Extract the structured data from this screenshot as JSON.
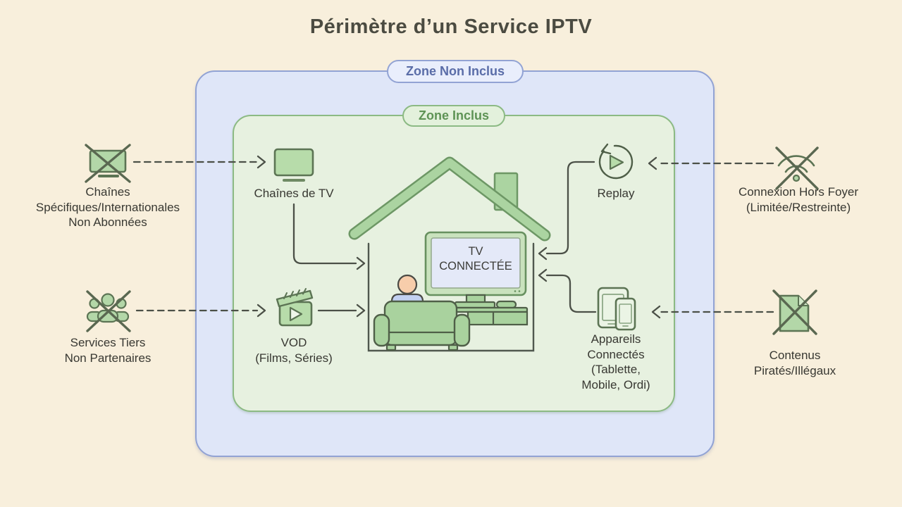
{
  "title": "Périmètre d’un Service IPTV",
  "zones": {
    "outer": {
      "label": "Zone Non Inclus",
      "fill": "#dfe6f8",
      "border": "#92a3d4",
      "text_color": "#5a6da8"
    },
    "inner": {
      "label": "Zone Inclus",
      "fill": "#e7f1e0",
      "border": "#8cba84",
      "text_color": "#5e9355"
    }
  },
  "house": {
    "tv_screen_text": "TV\nCONNECTÉE"
  },
  "included_items": [
    {
      "id": "channels",
      "icon": "tv-icon",
      "label": "Chaînes de TV"
    },
    {
      "id": "vod",
      "icon": "clapperboard-play-icon",
      "label": "VOD\n(Films, Séries)"
    },
    {
      "id": "replay",
      "icon": "replay-circular-arrow-icon",
      "label": "Replay"
    },
    {
      "id": "devices",
      "icon": "tablet-phone-icon",
      "label": "Appareils\nConnectés\n(Tablette,\nMobile, Ordi)"
    }
  ],
  "excluded_items": [
    {
      "id": "foreign-channels",
      "icon": "crossed-tv-icon",
      "label": "Chaînes\nSpécifiques/Internationales\nNon Abonnées"
    },
    {
      "id": "third-party-services",
      "icon": "crossed-users-icon",
      "label": "Services Tiers\nNon Partenaires"
    },
    {
      "id": "out-of-home-connection",
      "icon": "crossed-wifi-icon",
      "label": "Connexion Hors Foyer\n(Limitée/Restreinte)"
    },
    {
      "id": "pirated-content",
      "icon": "crossed-document-icon",
      "label": "Contenus\nPiratés/Illégaux"
    }
  ],
  "colors": {
    "background": "#f8efdc",
    "icon_green_fill": "#b3d7a8",
    "icon_green_stroke": "#5c7454",
    "roof_green": "#abd4a1",
    "line_dark": "#4b5047",
    "tv_screen_fill": "#e4e9f8",
    "skin": "#f7cdab",
    "shirt_blue": "#c3d1f2"
  }
}
